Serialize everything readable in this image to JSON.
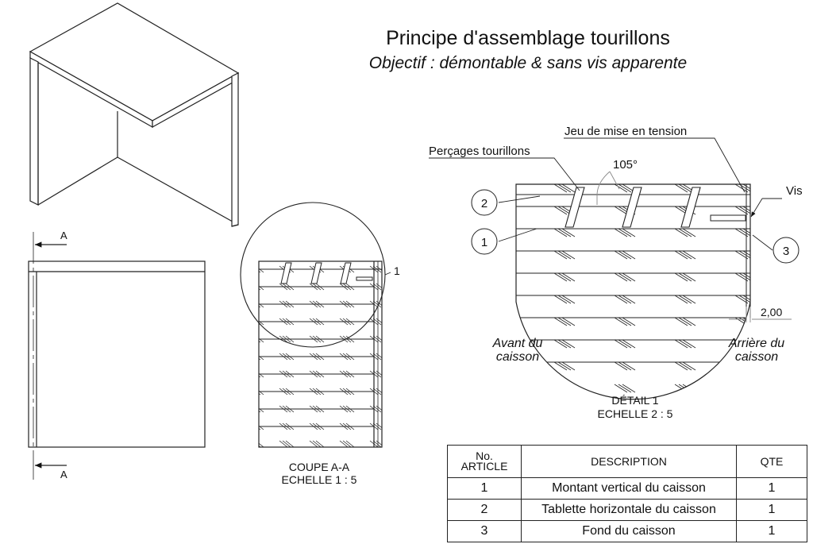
{
  "title": "Principe d'assemblage tourillons",
  "subtitle": "Objectif : démontable & sans vis apparente",
  "front_view": {
    "section_marker": "A"
  },
  "section_view": {
    "name": "COUPE A-A",
    "scale": "ECHELLE 1 : 5",
    "detail_ref": "1"
  },
  "detail_view": {
    "name": "DÉTAIL 1",
    "scale": "ECHELLE 2 : 5",
    "label_drillings": "Perçages tourillons",
    "label_tension": "Jeu de mise en tension",
    "label_screw": "Vis",
    "angle": "105°",
    "dimension": "2,00",
    "front_line1": "Avant du",
    "front_line2": "caisson",
    "back_line1": "Arrière du",
    "back_line2": "caisson",
    "balloons": [
      "1",
      "2",
      "3"
    ]
  },
  "bom": {
    "headers": {
      "no_line1": "No.",
      "no_line2": "ARTICLE",
      "description": "DESCRIPTION",
      "qty": "QTE"
    },
    "rows": [
      {
        "no": "1",
        "description": "Montant vertical du caisson",
        "qty": "1"
      },
      {
        "no": "2",
        "description": "Tablette horizontale du caisson",
        "qty": "1"
      },
      {
        "no": "3",
        "description": "Fond du caisson",
        "qty": "1"
      }
    ]
  }
}
